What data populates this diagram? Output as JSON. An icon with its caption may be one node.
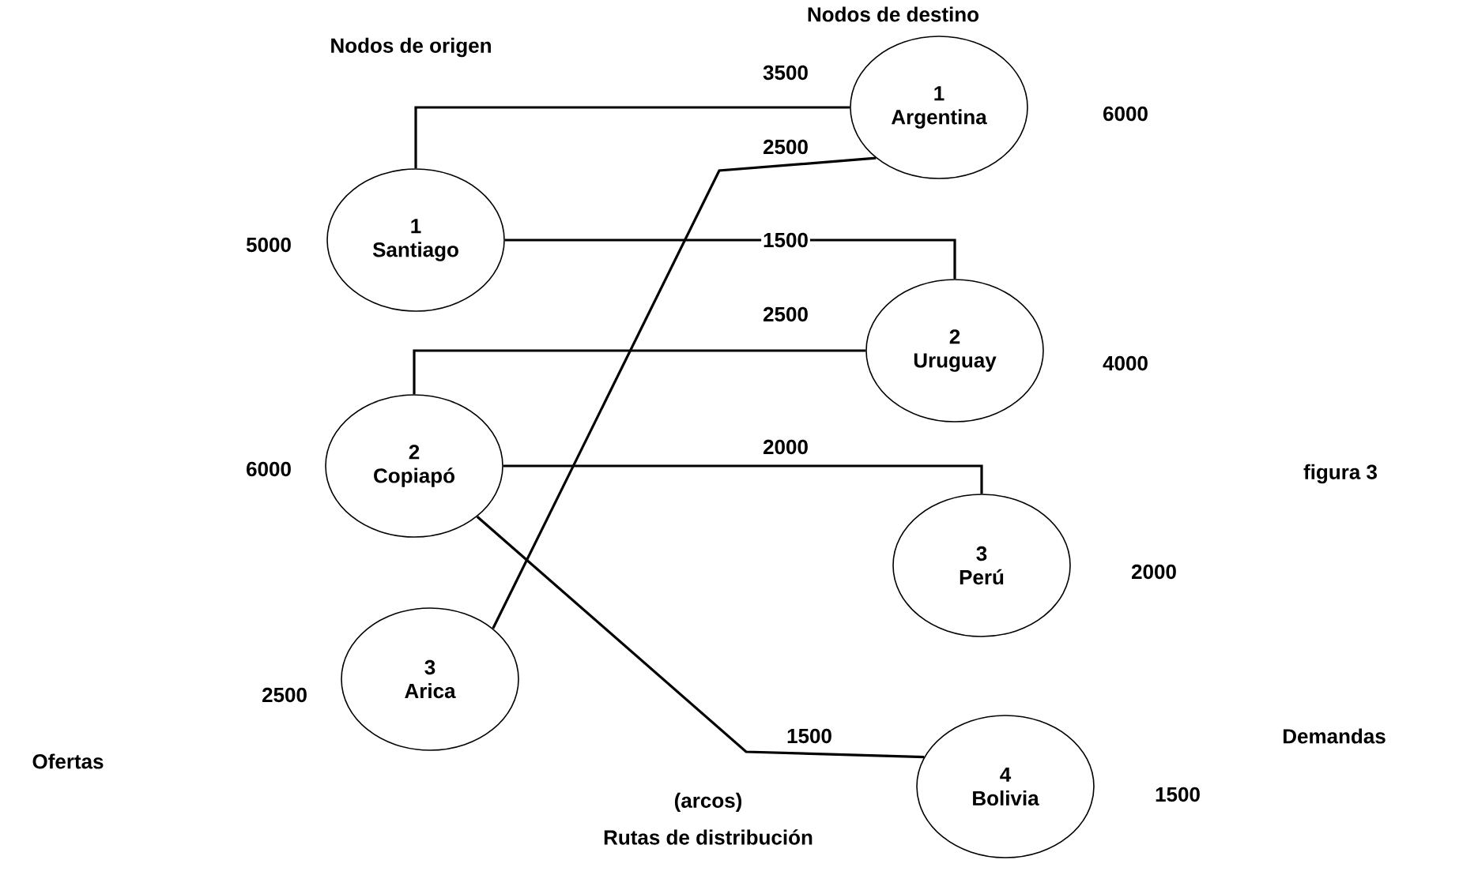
{
  "diagram": {
    "nodes": [
      {
        "text": [
          "1",
          "Santiago"
        ],
        "beside": [
          "5000"
        ]
      },
      {
        "text": [
          "2",
          "Copiapó"
        ],
        "beside": [
          "6000"
        ]
      },
      {
        "text": [
          "3",
          "Arica"
        ],
        "beside": [
          "2500"
        ]
      },
      {
        "text": [
          "1",
          "Argentina"
        ],
        "beside": [
          "6000"
        ]
      },
      {
        "text": [
          "2",
          "Uruguay"
        ],
        "beside": [
          "4000"
        ]
      },
      {
        "text": [
          "3",
          "Perú"
        ],
        "beside": [
          "2000"
        ]
      },
      {
        "text": [
          "4",
          "Bolivia"
        ],
        "beside": [
          "1500"
        ]
      }
    ],
    "edges": [
      {
        "from": 0,
        "to": 3,
        "arrow": "none",
        "label": "3500"
      },
      {
        "from": 2,
        "to": 3,
        "arrow": "none",
        "label": "2500"
      },
      {
        "from": 0,
        "to": 4,
        "arrow": "none",
        "label": "1500"
      },
      {
        "from": 1,
        "to": 4,
        "arrow": "none",
        "label": "2500"
      },
      {
        "from": 1,
        "to": 5,
        "arrow": "none",
        "label": "2000"
      },
      {
        "from": 1,
        "to": 6,
        "arrow": "none",
        "label": "1500"
      }
    ],
    "labels": [
      "Nodos de origen",
      "Nodos de destino",
      "figura 3",
      "Demandas",
      "Ofertas",
      "(arcos)",
      "Rutas de distribución"
    ]
  }
}
